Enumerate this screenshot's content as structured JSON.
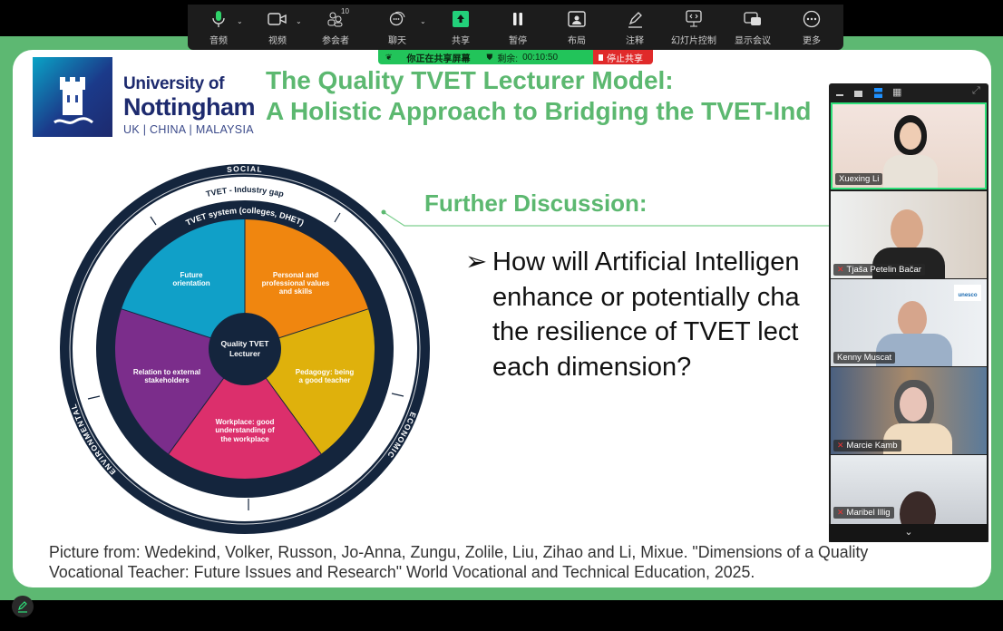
{
  "toolbar": {
    "items": [
      {
        "label": "音频",
        "icon": "microphone-icon"
      },
      {
        "label": "视频",
        "icon": "video-camera-icon"
      },
      {
        "label": "参会者",
        "icon": "participants-icon",
        "count": "10"
      },
      {
        "label": "聊天",
        "icon": "chat-icon"
      },
      {
        "label": "共享",
        "icon": "share-screen-icon"
      },
      {
        "label": "暂停",
        "icon": "pause-icon"
      },
      {
        "label": "布局",
        "icon": "layout-icon"
      },
      {
        "label": "注释",
        "icon": "annotate-pen-icon"
      },
      {
        "label": "幻灯片控制",
        "icon": "slide-control-icon"
      },
      {
        "label": "显示会议",
        "icon": "show-meeting-icon"
      },
      {
        "label": "更多",
        "icon": "more-icon"
      }
    ]
  },
  "share_bar": {
    "status": "你正在共享屏幕",
    "remaining_label": "剩余:",
    "remaining_time": "00:10:50",
    "stop_label": "停止共享"
  },
  "slide": {
    "logo": {
      "line1": "University of",
      "line2": "Nottingham",
      "line3": "UK | CHINA | MALAYSIA"
    },
    "title_line1": "The Quality TVET Lecturer Model:",
    "title_line2": "A Holistic Approach to Bridging the TVET-Ind",
    "section_heading": "Further Discussion:",
    "bullet_marker": "➢",
    "bullet_lines": [
      "How will Artificial Intelligen",
      "enhance or potentially cha",
      "the resilience of TVET lect",
      "each dimension?"
    ],
    "citation_line1": "Picture from: Wedekind, Volker, Russon, Jo-Anna, Zungu, Zolile, Liu, Zihao and Li, Mixue. \"Dimensions of a Quality",
    "citation_line2": "Vocational Teacher: Future Issues and Research\" World Vocational and Technical Education, 2025.",
    "diagram": {
      "outer_labels": {
        "social": "SOCIAL",
        "economic": "ECONOMIC",
        "environmental": "ENVIRONMENTAL"
      },
      "gap_label": "TVET - Industry gap",
      "system_label": "TVET system (colleges, DHET)",
      "center_label_1": "Quality TVET",
      "center_label_2": "Lecturer",
      "segments": [
        {
          "lines": [
            "Personal and",
            "professional values",
            "and skills"
          ],
          "color": "#f0860f"
        },
        {
          "lines": [
            "Pedagogy: being",
            "a good teacher"
          ],
          "color": "#dfb10c"
        },
        {
          "lines": [
            "Workplace: good",
            "understanding of",
            "the workplace"
          ],
          "color": "#dc2f6c"
        },
        {
          "lines": [
            "Relation to external",
            "stakeholders"
          ],
          "color": "#7b2d8b"
        },
        {
          "lines": [
            "Future",
            "orientation"
          ],
          "color": "#10a0c8"
        }
      ],
      "ring_color": "#14253d"
    }
  },
  "participants": [
    {
      "name": "Xuexing Li",
      "muted": false,
      "active": true
    },
    {
      "name": "Tjaša Petelin Bačar",
      "muted": true
    },
    {
      "name": "Kenny Muscat",
      "muted": false
    },
    {
      "name": "Marcie Kamb",
      "muted": true
    },
    {
      "name": "Maribel Illig",
      "muted": true
    }
  ],
  "colors": {
    "accent_green": "#5cb870",
    "frame_green": "#5db872",
    "stop_red": "#e02a2a"
  }
}
